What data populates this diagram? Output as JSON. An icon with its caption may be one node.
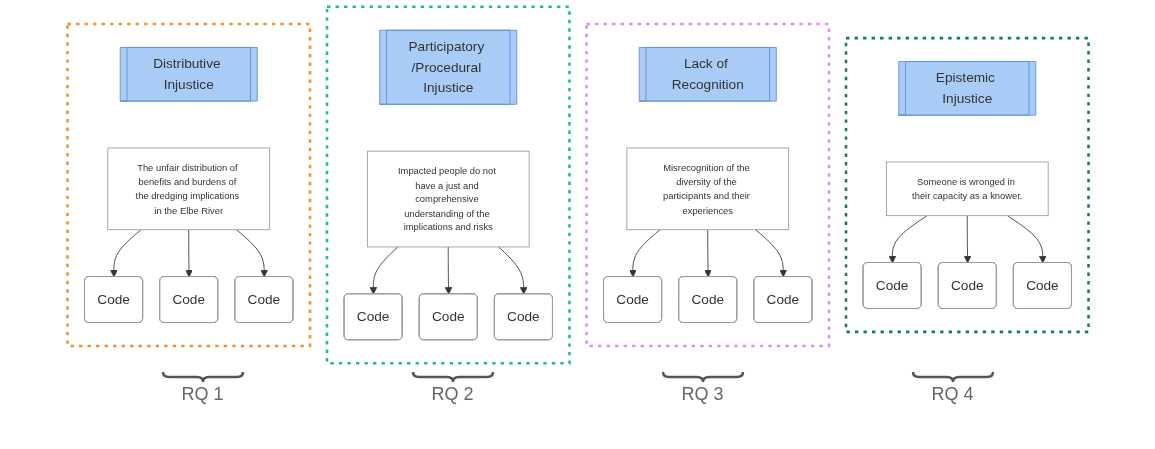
{
  "diagram": {
    "nodes": [
      {
        "text": [],
        "shape": "box"
      },
      {
        "text": [
          "Distributive Injustice"
        ],
        "in": 0
      },
      {
        "text": [
          "The unfair distribution of benefits and burdens of the dredging implications in the Elbe River"
        ],
        "in": 0
      },
      {
        "text": [
          "Code"
        ],
        "in": 0
      },
      {
        "text": [
          "Code"
        ],
        "in": 0
      },
      {
        "text": [
          "Code"
        ],
        "in": 0
      },
      {
        "text": [],
        "shape": "box"
      },
      {
        "text": [
          "Participatory /Procedural Injustice"
        ],
        "in": 6
      },
      {
        "text": [
          "Impacted people do not have a just and comprehensive understanding of the implications and risks"
        ],
        "in": 6
      },
      {
        "text": [
          "Code"
        ],
        "in": 6
      },
      {
        "text": [
          "Code"
        ],
        "in": 6
      },
      {
        "text": [
          "Code"
        ],
        "in": 6
      },
      {
        "text": [],
        "shape": "box"
      },
      {
        "text": [
          "Lack of Recognition"
        ],
        "in": 12
      },
      {
        "text": [
          "Misrecognition of the diversity of the participants and their experiences"
        ],
        "in": 12
      },
      {
        "text": [
          "Code"
        ],
        "in": 12
      },
      {
        "text": [
          "Code"
        ],
        "in": 12
      },
      {
        "text": [
          "Code"
        ],
        "in": 12
      },
      {
        "text": [],
        "shape": "box"
      },
      {
        "text": [
          "Epistemic Injustice"
        ],
        "in": 18
      },
      {
        "text": [
          "Someone is wronged in their capacity as a knower."
        ],
        "in": 18
      },
      {
        "text": [
          "Code"
        ],
        "in": 18
      },
      {
        "text": [
          "Code"
        ],
        "in": 18
      },
      {
        "text": [
          "Code"
        ],
        "in": 18
      }
    ],
    "edges": [
      {
        "from": 2,
        "to": 3,
        "arrow": "to"
      },
      {
        "from": 2,
        "to": 4,
        "arrow": "to"
      },
      {
        "from": 2,
        "to": 5,
        "arrow": "to"
      },
      {
        "from": 8,
        "to": 9,
        "arrow": "to"
      },
      {
        "from": 8,
        "to": 10,
        "arrow": "to"
      },
      {
        "from": 8,
        "to": 11,
        "arrow": "to"
      },
      {
        "from": 14,
        "to": 15,
        "arrow": "to"
      },
      {
        "from": 14,
        "to": 16,
        "arrow": "to"
      },
      {
        "from": 14,
        "to": 17,
        "arrow": "to"
      },
      {
        "from": 20,
        "to": 21,
        "arrow": "to"
      },
      {
        "from": 20,
        "to": 22,
        "arrow": "to"
      },
      {
        "from": 20,
        "to": 23,
        "arrow": "to"
      }
    ],
    "labels": [
      "RQ 1",
      "RQ 2",
      "RQ 3",
      "RQ 4"
    ]
  }
}
